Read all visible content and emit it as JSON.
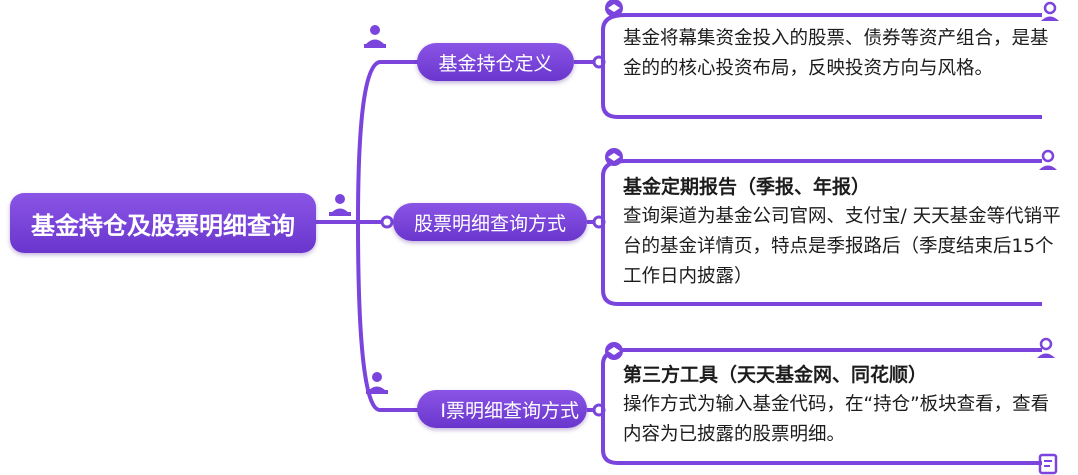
{
  "root": {
    "label": "基金持仓及股票明细查询"
  },
  "branches": [
    {
      "label": "基金持仓定义"
    },
    {
      "label": "股票明细查询方式"
    },
    {
      "label": "I票明细查询方式"
    }
  ],
  "cards": [
    {
      "title": "",
      "body": "基金将幕集资金投入的股票、债券等资产组合，是基金的的核心投资布局，反映投资方向与风格。"
    },
    {
      "title": "基金定期报告（季报、年报）",
      "body": "查询渠道为基金公司官网、支付宝/ 天天基金等代销平台的基金详情页，特点是季报路后（季度结束后15个工作日内披露）"
    },
    {
      "title": "第三方工具（天天基金网、同花顺）",
      "body": "操作方式为输入基金代码，在“持仓”板块查看，查看内容为已披露的股票明细。"
    }
  ],
  "colors": {
    "accent": "#7a44dd",
    "accent_dark": "#5b2cb8",
    "text": "#1c1c1c"
  },
  "icons": [
    "user-icon",
    "presenter-icon",
    "layers-icon",
    "document-icon"
  ]
}
